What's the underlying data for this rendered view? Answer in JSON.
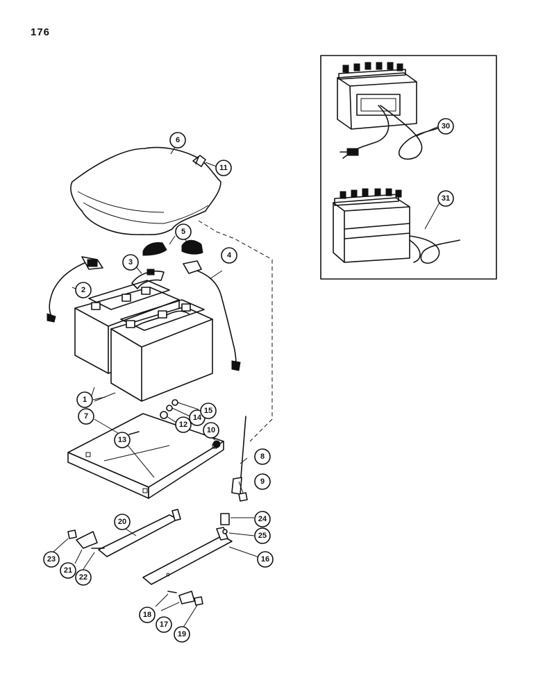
{
  "page_number": "176",
  "callouts": {
    "c1": "1",
    "c2": "2",
    "c3": "3",
    "c4": "4",
    "c5": "5",
    "c6": "6",
    "c7": "7",
    "c8": "8",
    "c9": "9",
    "c10": "10",
    "c11": "11",
    "c12": "12",
    "c13": "13",
    "c14": "14",
    "c15": "15",
    "c16": "16",
    "c17": "17",
    "c18": "18",
    "c19": "19",
    "c20": "20",
    "c21": "21",
    "c22": "22",
    "c23": "23",
    "c24": "24",
    "c25": "25",
    "c30": "30",
    "c31": "31"
  }
}
